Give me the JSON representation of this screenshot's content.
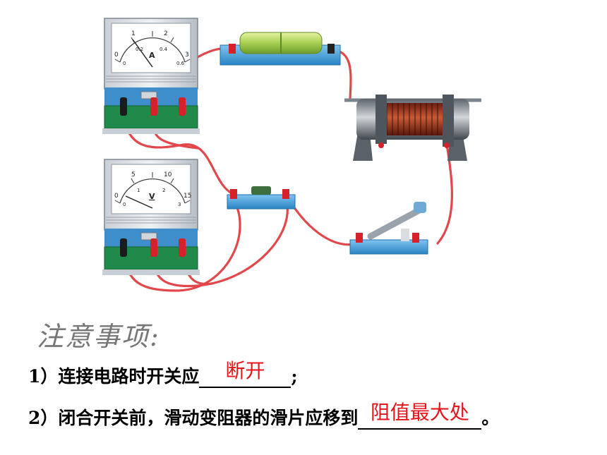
{
  "ammeter": {
    "unit": "A",
    "scale_top": [
      "0",
      "1",
      "2",
      "3"
    ],
    "scale_bottom": [
      "0",
      "0.2",
      "0.4",
      "0.6"
    ]
  },
  "voltmeter": {
    "unit": "V",
    "scale_top": [
      "0",
      "5",
      "10",
      "15"
    ],
    "scale_bottom": [
      "0",
      "1",
      "2",
      "3"
    ]
  },
  "notes": {
    "title": "注意事项:",
    "item1": {
      "num": "1",
      "text": "）连接电路时开关应",
      "answer": "断开",
      "end": ";"
    },
    "item2": {
      "num": "2",
      "text": "）闭合开关前，滑动变阻器的滑片应移到",
      "answer": "阻值最大处",
      "end": "。"
    }
  },
  "colors": {
    "wire": "#e2474b",
    "board_blue": "#3a9cd8",
    "answer_red": "#e8141b"
  }
}
